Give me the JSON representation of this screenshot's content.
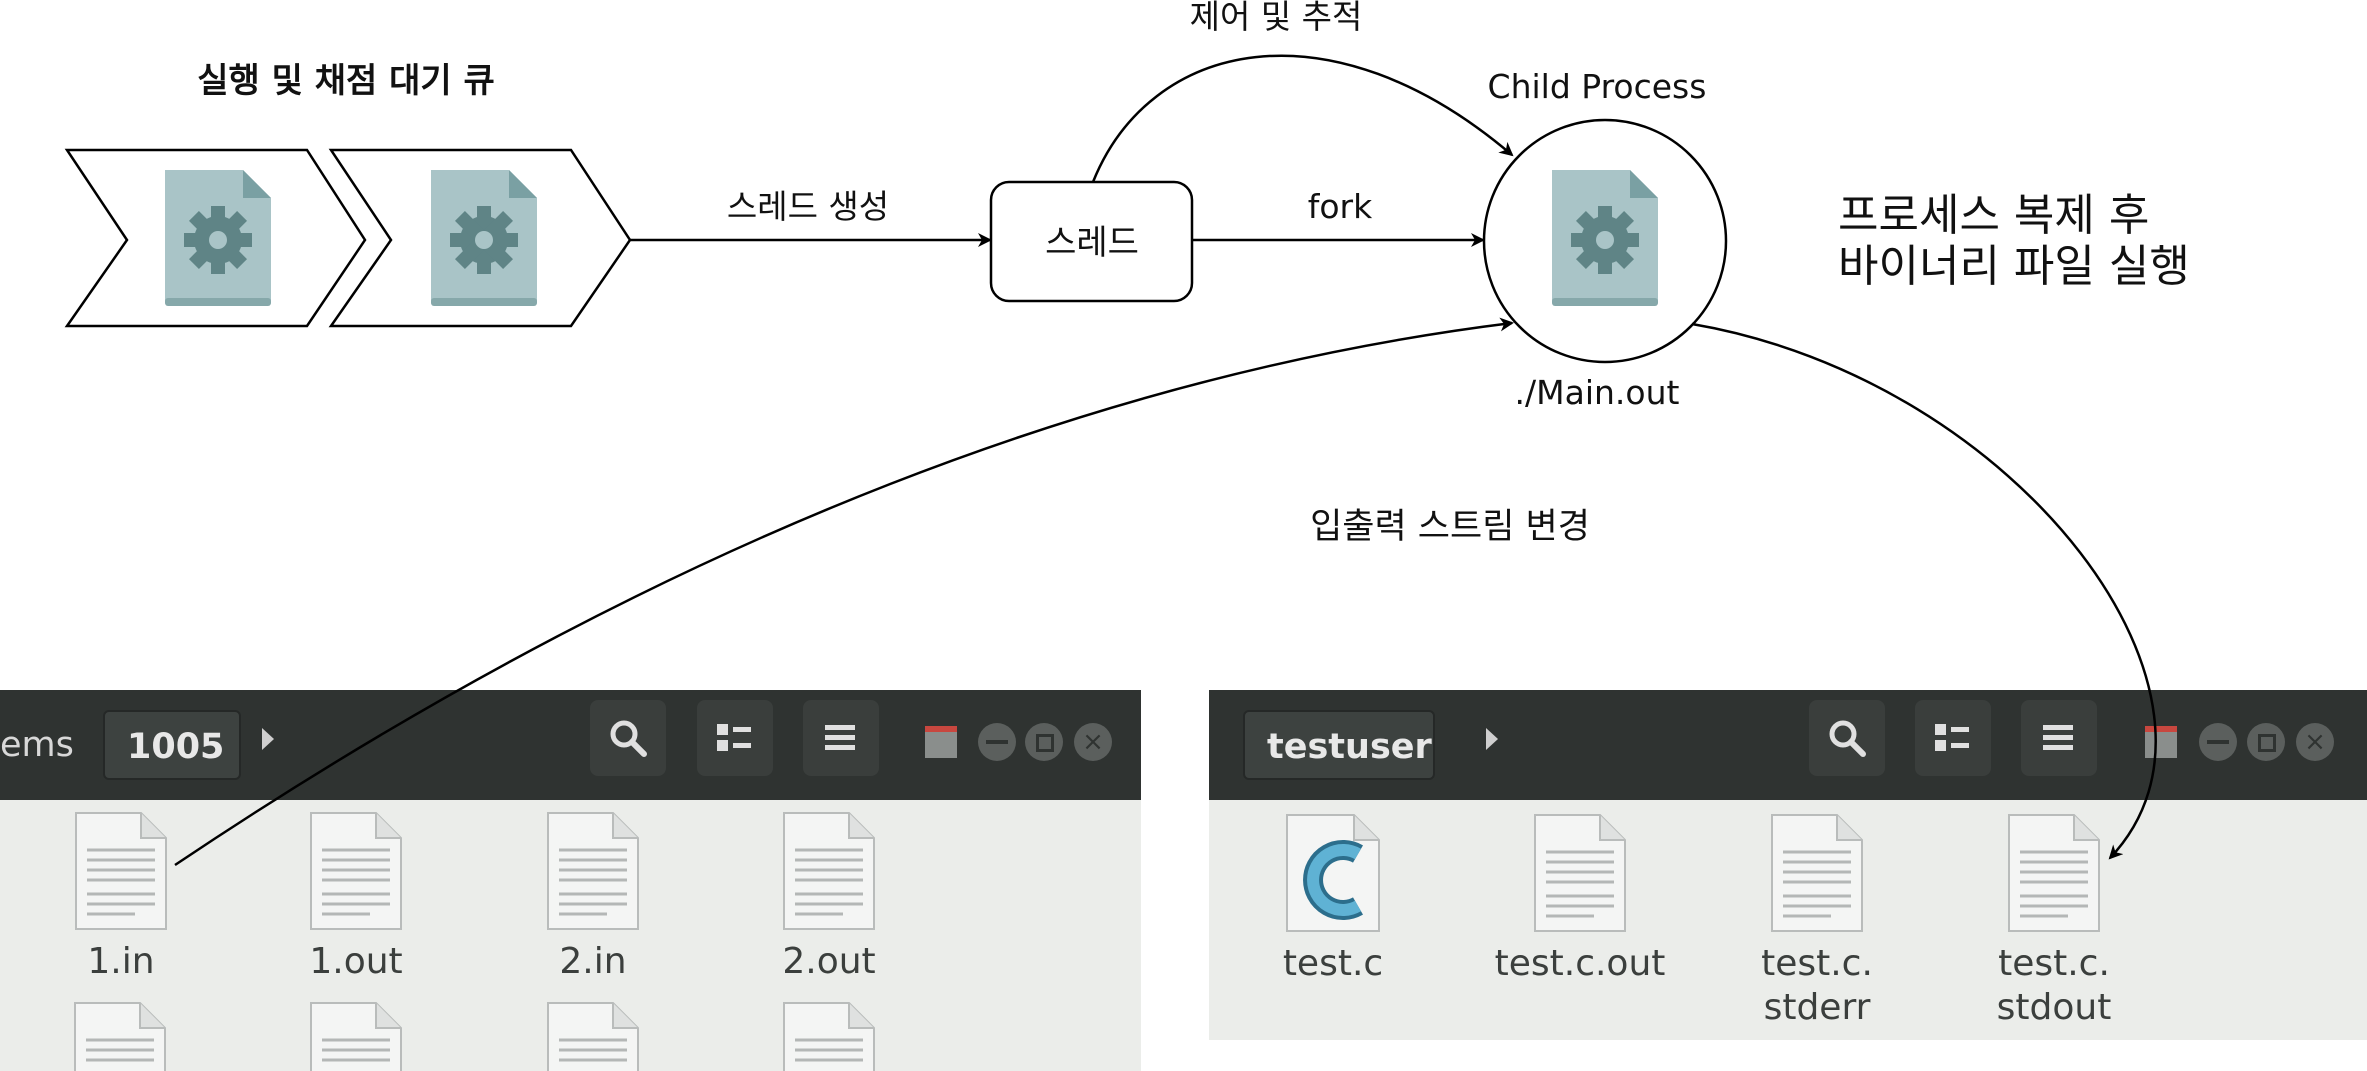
{
  "diagram": {
    "queue_title": "실행 및 채점 대기 큐",
    "thread_box_label": "스레드",
    "child_label": "Child Process",
    "binary_label": "./Main.out",
    "edges": {
      "create_thread": "스레드 생성",
      "fork": "fork",
      "control_trace": "제어 및 추적",
      "io_redirect": "입출력 스트림 변경"
    },
    "note": {
      "line1": "프로세스 복제 후",
      "line2": "바이너리 파일 실행"
    }
  },
  "left_window": {
    "crumbs": {
      "prev": "ems",
      "current": "1005"
    },
    "files": [
      "1.in",
      "1.out",
      "2.in",
      "2.out"
    ]
  },
  "right_window": {
    "crumbs": {
      "current": "testuser"
    },
    "files": [
      {
        "line1": "test.c",
        "line2": ""
      },
      {
        "line1": "test.c.out",
        "line2": ""
      },
      {
        "line1": "test.c.",
        "line2": "stderr"
      },
      {
        "line1": "test.c.",
        "line2": "stdout"
      }
    ]
  },
  "colors": {
    "header": "#2f3331",
    "content": "#ebedea",
    "gear_icon_bg": "#a9c4c7",
    "gear": "#5f8486",
    "accent_red": "#c8473f"
  },
  "icons": [
    "gear-file-icon",
    "search-icon",
    "view-toggle-icon",
    "menu-icon",
    "window-minimize-icon",
    "window-maximize-icon",
    "window-close-icon",
    "text-file-icon",
    "c-source-icon"
  ]
}
